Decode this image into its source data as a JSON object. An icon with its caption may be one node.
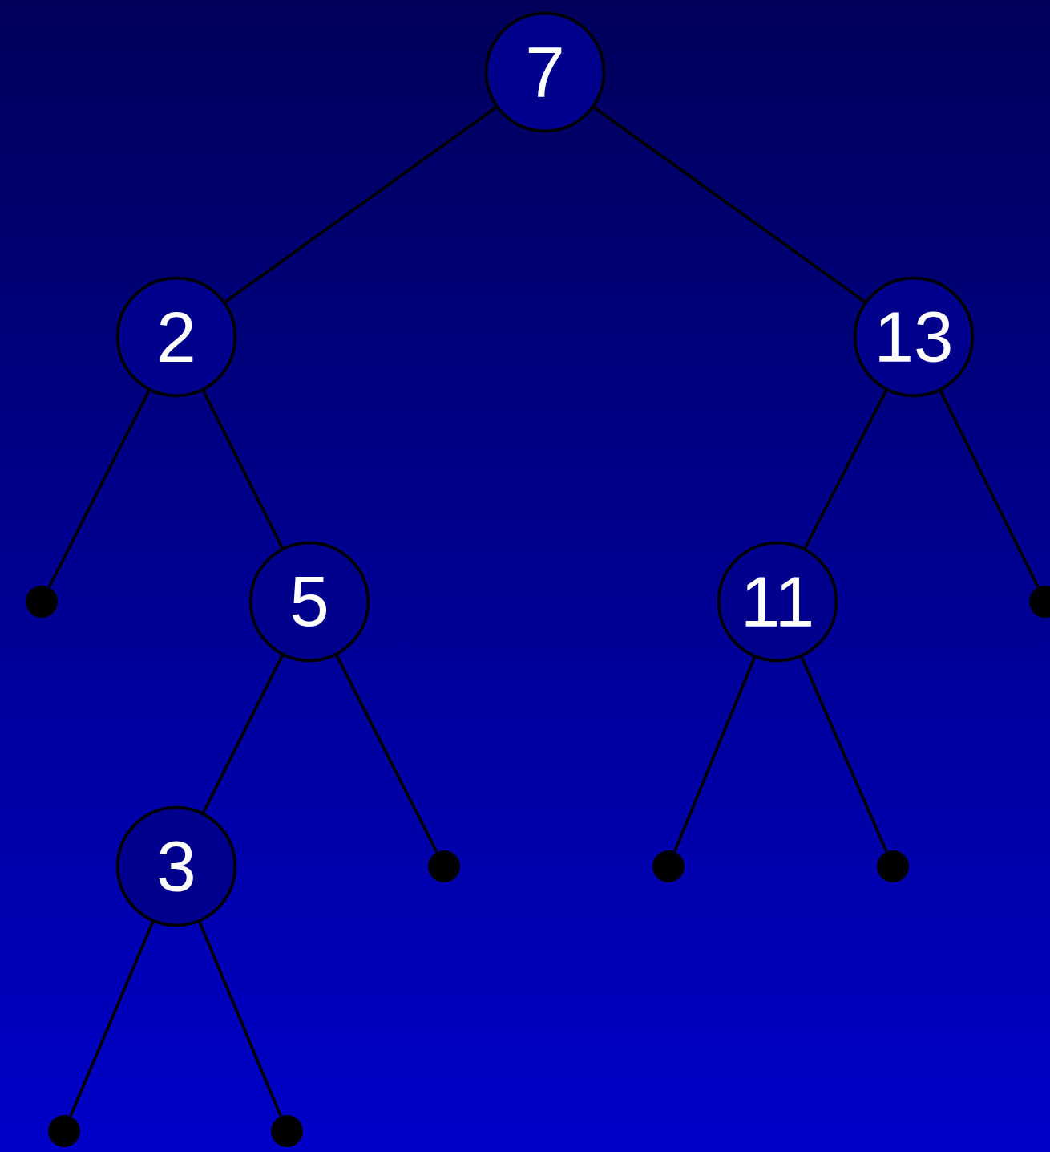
{
  "diagram": {
    "nodes": [
      {
        "text": [
          "7"
        ]
      },
      {
        "text": [
          "2"
        ]
      },
      {
        "text": [
          "13"
        ]
      },
      {
        "text": [],
        "shape": "circle"
      },
      {
        "text": [
          "5"
        ]
      },
      {
        "text": [
          "11"
        ]
      },
      {
        "text": [],
        "shape": "circle"
      },
      {
        "text": [
          "3"
        ]
      },
      {
        "text": [],
        "shape": "circle"
      },
      {
        "text": [],
        "shape": "circle"
      },
      {
        "text": [],
        "shape": "circle"
      },
      {
        "text": [],
        "shape": "circle"
      },
      {
        "text": [],
        "shape": "circle"
      }
    ],
    "edges": [
      {
        "from": 0,
        "to": 1,
        "arrow": "none"
      },
      {
        "from": 0,
        "to": 2,
        "arrow": "none"
      },
      {
        "from": 1,
        "to": 3,
        "arrow": "none"
      },
      {
        "from": 1,
        "to": 4,
        "arrow": "none"
      },
      {
        "from": 2,
        "to": 5,
        "arrow": "none"
      },
      {
        "from": 2,
        "to": 6,
        "arrow": "none"
      },
      {
        "from": 4,
        "to": 7,
        "arrow": "none"
      },
      {
        "from": 4,
        "to": 8,
        "arrow": "none"
      },
      {
        "from": 5,
        "to": 9,
        "arrow": "none"
      },
      {
        "from": 5,
        "to": 10,
        "arrow": "none"
      },
      {
        "from": 7,
        "to": 11,
        "arrow": "none"
      },
      {
        "from": 7,
        "to": 12,
        "arrow": "none"
      }
    ]
  }
}
